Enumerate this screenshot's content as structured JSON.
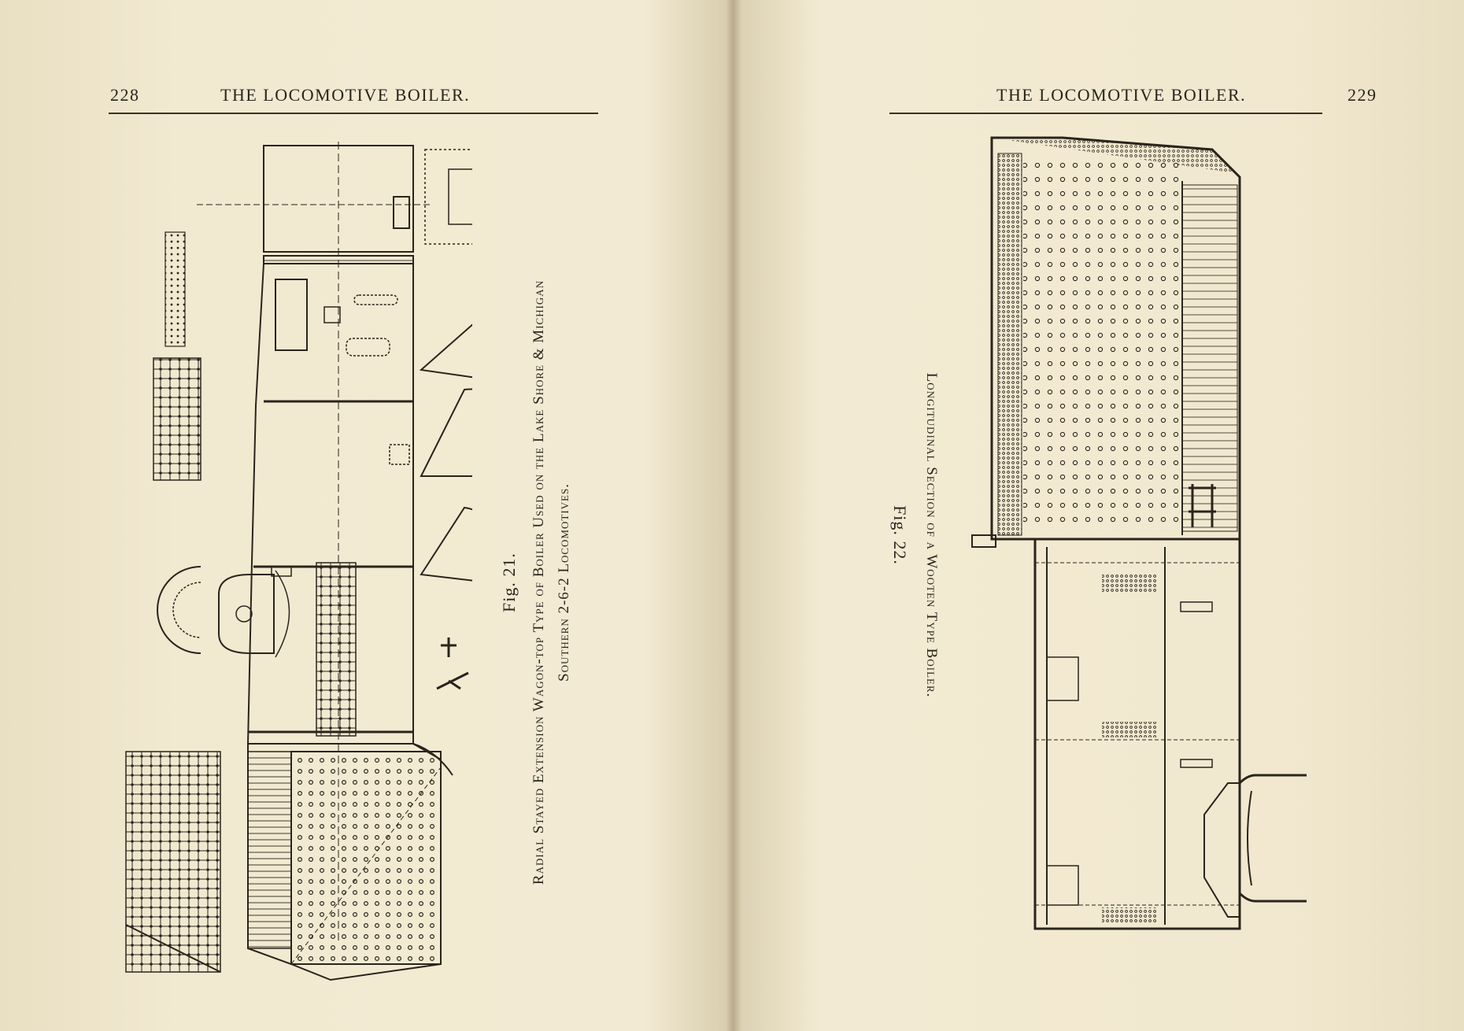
{
  "left_page": {
    "page_number": "228",
    "running_head": "THE LOCOMOTIVE BOILER.",
    "figure": {
      "number": "Fig. 21.",
      "caption_line1": "Radial Stayed Extension Wagon-top Type of Boiler Used on the Lake Shore & Michigan",
      "caption_line2": "Southern 2-6-2 Locomotives."
    }
  },
  "right_page": {
    "page_number": "229",
    "running_head": "THE LOCOMOTIVE BOILER.",
    "figure": {
      "number": "Fig. 22.",
      "caption_line1": "Longitudinal Section of a Wooten Type Boiler."
    }
  }
}
